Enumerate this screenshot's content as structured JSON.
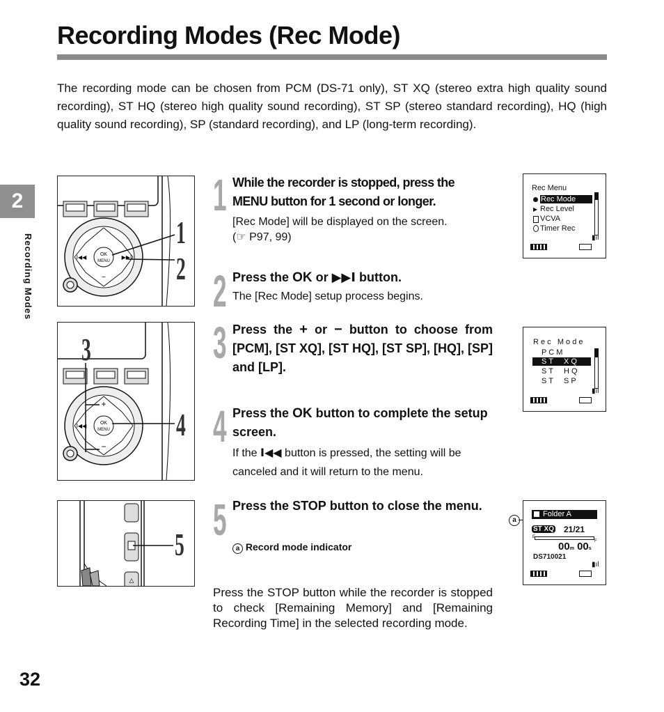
{
  "title": "Recording Modes (Rec Mode)",
  "intro": "The recording mode can be chosen from PCM (DS-71 only), ST XQ (stereo extra high quality sound recording), ST HQ (stereo high quality sound recording), ST SP (stereo standard recording), HQ (high quality sound recording), SP (standard recording), and LP (long-term recording).",
  "chapter": {
    "number": "2",
    "label": "Recording Modes"
  },
  "page_number": "32",
  "steps": [
    {
      "num": "1",
      "head_a": "While the recorder is stopped, press the",
      "head_b_key": "MENU",
      "head_b_rest": "button for 1 second or longer.",
      "sub_a": "[Rec Mode] will be displayed on the screen.",
      "sub_b": "(☞ P97, 99)"
    },
    {
      "num": "2",
      "head_pre": "Press the",
      "key1": "OK",
      "mid": "or",
      "key2": "▶▶I",
      "head_post": "button.",
      "sub": "The [Rec Mode] setup process begins."
    },
    {
      "num": "3",
      "head_pre": "Press the",
      "plus": "+",
      "mid": "or",
      "minus": "−",
      "head_post": "button to choose from [PCM], [ST XQ], [ST HQ], [ST SP], [HQ], [SP] and [LP]."
    },
    {
      "num": "4",
      "head_pre": "Press the",
      "key": "OK",
      "head_post": "button to complete the setup screen.",
      "sub_pre": "If the",
      "sub_key": "I◀◀",
      "sub_post": "button is pressed, the setting will be canceled and it will return to the menu."
    },
    {
      "num": "5",
      "head_pre": "Press the",
      "key": "STOP",
      "head_post": "button to close the menu.",
      "note_marker": "a",
      "note": "Record mode indicator"
    }
  ],
  "footer_para": "Press the STOP button while the recorder is stopped to check [Remaining Memory] and [Remaining Recording Time] in the selected recording mode.",
  "illus_labels": {
    "a": "1",
    "b": "2",
    "c": "3",
    "d": "4",
    "e": "5"
  },
  "device_keys": {
    "ok": "OK",
    "menu": "MENU",
    "plus": "+",
    "minus": "−",
    "prev": "I◀◀",
    "next": "▶▶I"
  },
  "screen1": {
    "title": "Rec Menu",
    "items": [
      "Rec Mode",
      "Rec Level",
      "VCVA",
      "Timer Rec"
    ]
  },
  "screen2": {
    "title": "R e c   M o d e",
    "items": [
      "P C M",
      "S T     X Q",
      "S T     H Q",
      "S T     S P"
    ]
  },
  "screen3": {
    "folder": "Folder  A",
    "mode": "ST XQ",
    "count": "21/21",
    "time": "00",
    "time_unit_m": "m",
    "time2": "00",
    "time_unit_s": "s",
    "file": "DS710021",
    "marker": "a",
    "bar_left": "E",
    "bar_right": "F"
  },
  "colors": {
    "rule": "#8a8a8a",
    "tab": "#8f8f8f",
    "stepnum": "#a8a8a8"
  }
}
